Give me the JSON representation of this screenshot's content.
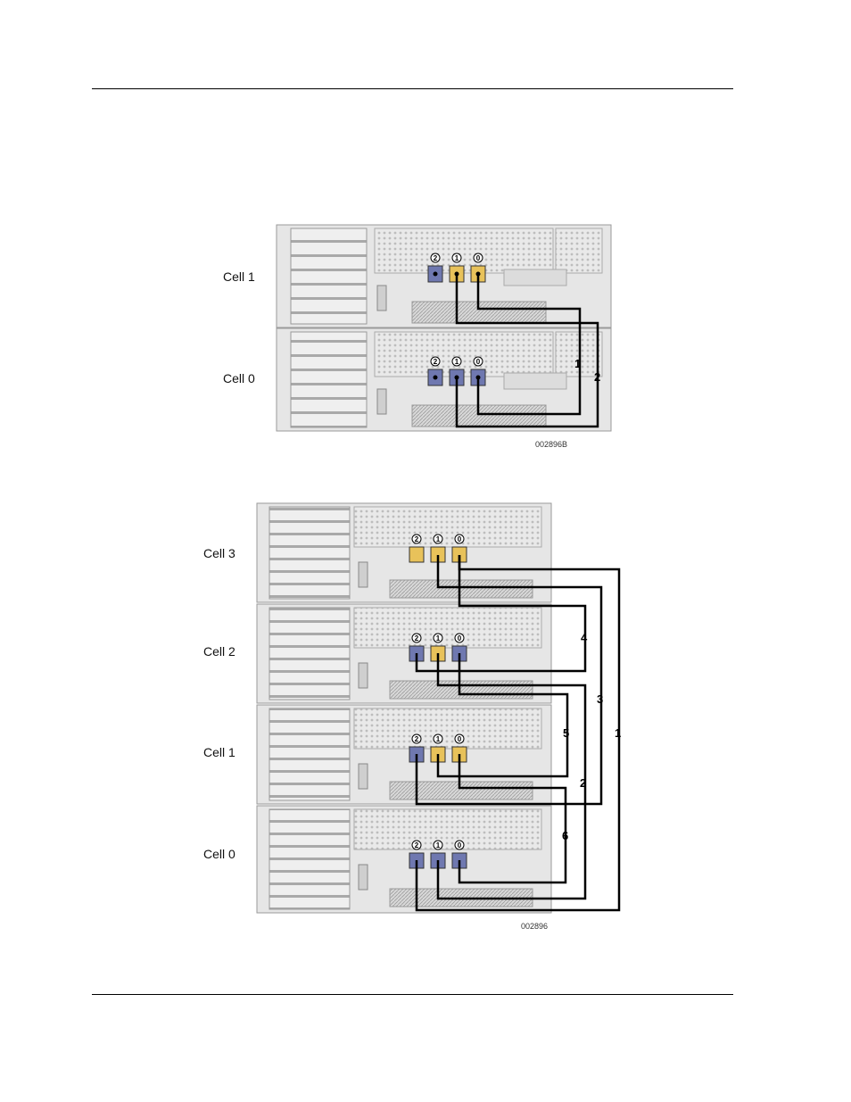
{
  "figure_top": {
    "figure_id": "002896B",
    "cells": [
      {
        "label": "Cell 1",
        "ports": [
          {
            "num": "2",
            "color": "blue"
          },
          {
            "num": "1",
            "color": "yellow"
          },
          {
            "num": "0",
            "color": "yellow"
          }
        ]
      },
      {
        "label": "Cell 0",
        "ports": [
          {
            "num": "2",
            "color": "blue"
          },
          {
            "num": "1",
            "color": "blue"
          },
          {
            "num": "0",
            "color": "blue"
          }
        ]
      }
    ],
    "cables": [
      "1",
      "2"
    ]
  },
  "figure_bottom": {
    "figure_id": "002896",
    "cells": [
      {
        "label": "Cell 3",
        "ports": [
          {
            "num": "2",
            "color": "yellow"
          },
          {
            "num": "1",
            "color": "yellow"
          },
          {
            "num": "0",
            "color": "yellow"
          }
        ]
      },
      {
        "label": "Cell 2",
        "ports": [
          {
            "num": "2",
            "color": "blue"
          },
          {
            "num": "1",
            "color": "yellow"
          },
          {
            "num": "0",
            "color": "blue"
          }
        ]
      },
      {
        "label": "Cell 1",
        "ports": [
          {
            "num": "2",
            "color": "blue"
          },
          {
            "num": "1",
            "color": "yellow"
          },
          {
            "num": "0",
            "color": "yellow"
          }
        ]
      },
      {
        "label": "Cell 0",
        "ports": [
          {
            "num": "2",
            "color": "blue"
          },
          {
            "num": "1",
            "color": "blue"
          },
          {
            "num": "0",
            "color": "blue"
          }
        ]
      }
    ],
    "cables": [
      "4",
      "3",
      "5",
      "1",
      "2",
      "6"
    ]
  },
  "colors": {
    "port_yellow": "#e8c25a",
    "port_blue": "#6f78b0",
    "chassis": "#e4e4e4",
    "grille": "#c9c9c9"
  }
}
